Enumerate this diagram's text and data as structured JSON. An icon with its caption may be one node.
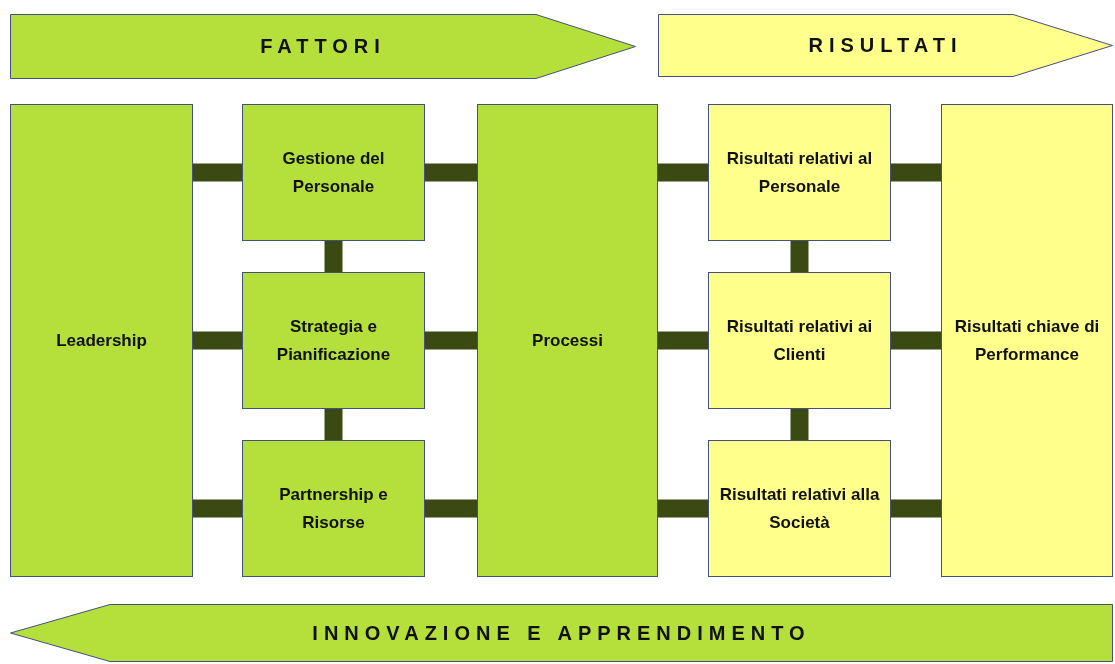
{
  "diagram": {
    "nodes": [
      {
        "text": [
          "FATTORI"
        ]
      },
      {
        "text": [
          "RISULTATI"
        ]
      },
      {
        "text": [
          "Leadership"
        ]
      },
      {
        "text": [
          "Gestione del Personale"
        ]
      },
      {
        "text": [
          "Strategia e Pianificazione"
        ]
      },
      {
        "text": [
          "Partnership e Risorse"
        ]
      },
      {
        "text": [
          "Processi"
        ]
      },
      {
        "text": [
          "Risultati relativi al Personale"
        ]
      },
      {
        "text": [
          "Risultati relativi ai Clienti"
        ]
      },
      {
        "text": [
          "Risultati relativi alla Società"
        ]
      },
      {
        "text": [
          "Risultati chiave di Performance"
        ]
      },
      {
        "text": [
          "INNOVAZIONE E APPRENDIMENTO"
        ]
      }
    ],
    "edges": [
      {
        "from": 2,
        "to": 3,
        "arrow": "none"
      },
      {
        "from": 2,
        "to": 4,
        "arrow": "none"
      },
      {
        "from": 2,
        "to": 5,
        "arrow": "none"
      },
      {
        "from": 3,
        "to": 4,
        "arrow": "none"
      },
      {
        "from": 4,
        "to": 5,
        "arrow": "none"
      },
      {
        "from": 3,
        "to": 6,
        "arrow": "none"
      },
      {
        "from": 4,
        "to": 6,
        "arrow": "none"
      },
      {
        "from": 5,
        "to": 6,
        "arrow": "none"
      },
      {
        "from": 6,
        "to": 7,
        "arrow": "none"
      },
      {
        "from": 6,
        "to": 8,
        "arrow": "none"
      },
      {
        "from": 6,
        "to": 9,
        "arrow": "none"
      },
      {
        "from": 7,
        "to": 8,
        "arrow": "none"
      },
      {
        "from": 8,
        "to": 9,
        "arrow": "none"
      },
      {
        "from": 7,
        "to": 10,
        "arrow": "none"
      },
      {
        "from": 8,
        "to": 10,
        "arrow": "none"
      },
      {
        "from": 9,
        "to": 10,
        "arrow": "none"
      }
    ]
  }
}
